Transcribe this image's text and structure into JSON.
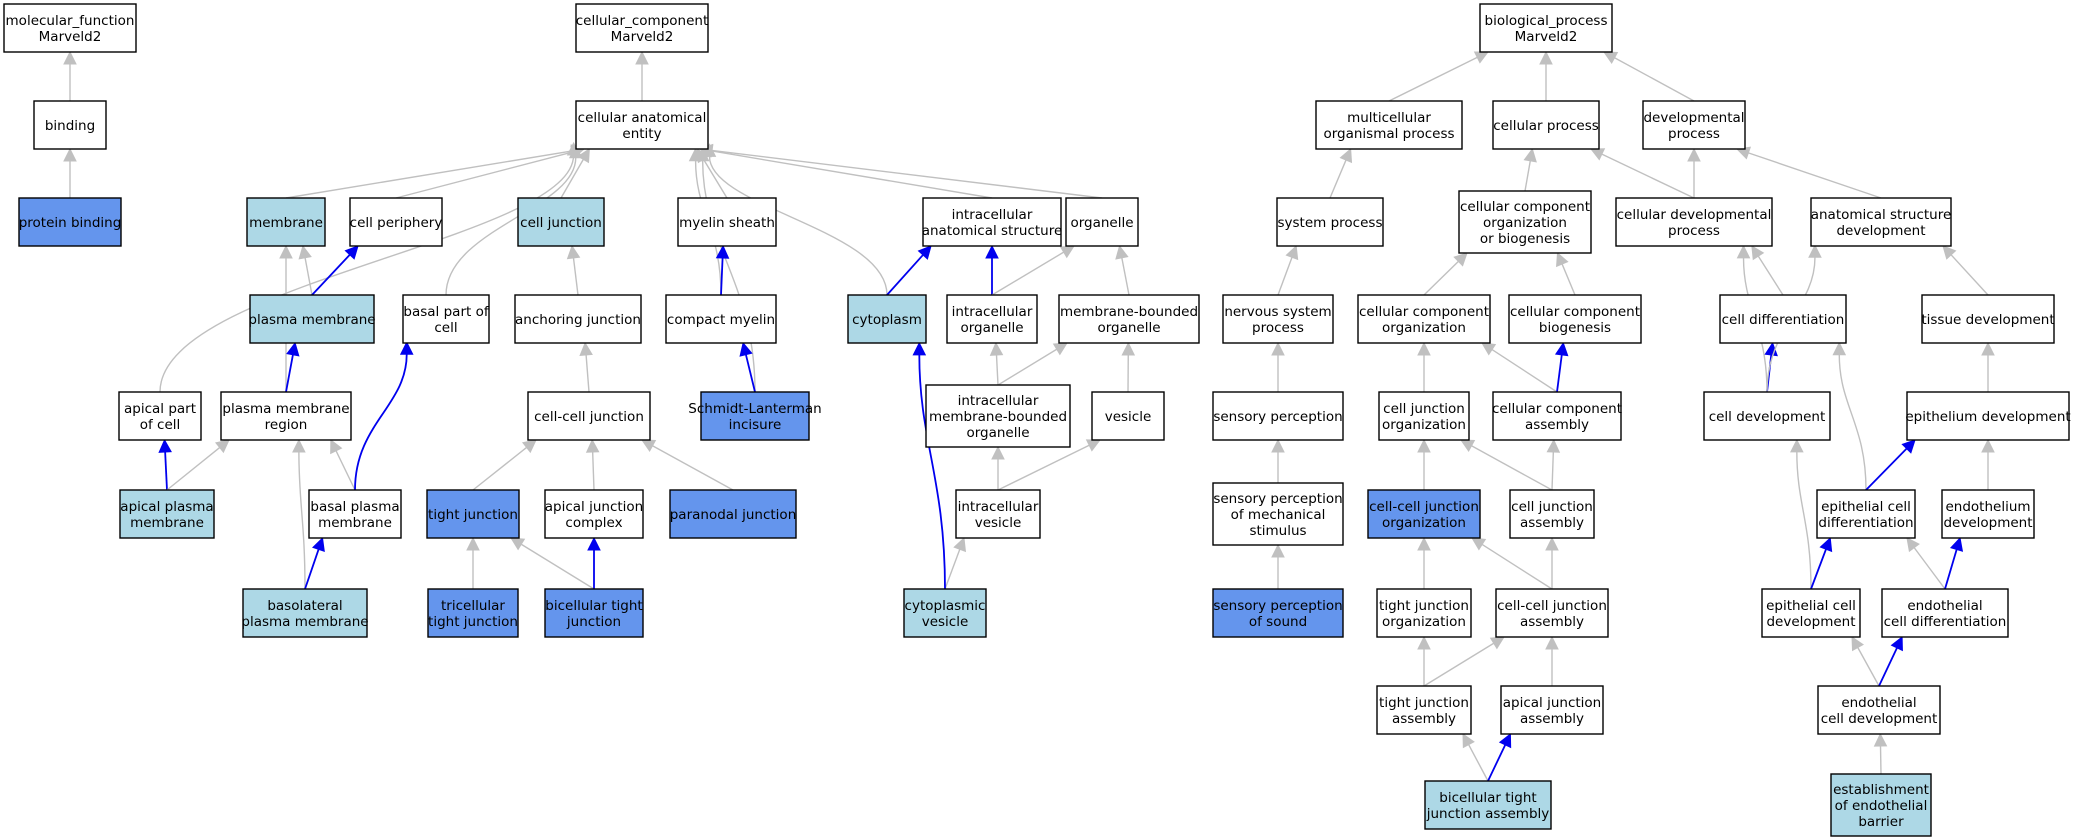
{
  "nodes": [
    {
      "id": "mf",
      "lines": [
        "molecular_function",
        "Marveld2"
      ],
      "fill": "white"
    },
    {
      "id": "binding",
      "lines": [
        "binding"
      ],
      "fill": "white"
    },
    {
      "id": "protein_binding",
      "lines": [
        "protein binding"
      ],
      "fill": "blue"
    },
    {
      "id": "cc",
      "lines": [
        "cellular_component",
        "Marveld2"
      ],
      "fill": "white"
    },
    {
      "id": "cae",
      "lines": [
        "cellular anatomical",
        "entity"
      ],
      "fill": "white"
    },
    {
      "id": "membrane",
      "lines": [
        "membrane"
      ],
      "fill": "light"
    },
    {
      "id": "cell_periphery",
      "lines": [
        "cell periphery"
      ],
      "fill": "white"
    },
    {
      "id": "cell_junction",
      "lines": [
        "cell junction"
      ],
      "fill": "light"
    },
    {
      "id": "myelin_sheath",
      "lines": [
        "myelin sheath"
      ],
      "fill": "white"
    },
    {
      "id": "ias",
      "lines": [
        "intracellular",
        "anatomical structure"
      ],
      "fill": "white"
    },
    {
      "id": "organelle",
      "lines": [
        "organelle"
      ],
      "fill": "white"
    },
    {
      "id": "plasma_membrane",
      "lines": [
        "plasma membrane"
      ],
      "fill": "light"
    },
    {
      "id": "basal_part",
      "lines": [
        "basal part of",
        "cell"
      ],
      "fill": "white"
    },
    {
      "id": "anchoring_junction",
      "lines": [
        "anchoring junction"
      ],
      "fill": "white"
    },
    {
      "id": "compact_myelin",
      "lines": [
        "compact myelin"
      ],
      "fill": "white"
    },
    {
      "id": "cytoplasm",
      "lines": [
        "cytoplasm"
      ],
      "fill": "light"
    },
    {
      "id": "intracellular_organelle",
      "lines": [
        "intracellular",
        "organelle"
      ],
      "fill": "white"
    },
    {
      "id": "mbo",
      "lines": [
        "membrane-bounded",
        "organelle"
      ],
      "fill": "white"
    },
    {
      "id": "apical_part",
      "lines": [
        "apical part",
        "of cell"
      ],
      "fill": "white"
    },
    {
      "id": "pm_region",
      "lines": [
        "plasma membrane",
        "region"
      ],
      "fill": "white"
    },
    {
      "id": "cell_cell_junction",
      "lines": [
        "cell-cell junction"
      ],
      "fill": "white"
    },
    {
      "id": "schmidt",
      "lines": [
        "Schmidt-Lanterman",
        "incisure"
      ],
      "fill": "blue"
    },
    {
      "id": "imbo",
      "lines": [
        "intracellular",
        "membrane-bounded",
        "organelle"
      ],
      "fill": "white"
    },
    {
      "id": "vesicle",
      "lines": [
        "vesicle"
      ],
      "fill": "white"
    },
    {
      "id": "apical_pm",
      "lines": [
        "apical plasma",
        "membrane"
      ],
      "fill": "light"
    },
    {
      "id": "basal_pm",
      "lines": [
        "basal plasma",
        "membrane"
      ],
      "fill": "white"
    },
    {
      "id": "tight_junction",
      "lines": [
        "tight junction"
      ],
      "fill": "blue"
    },
    {
      "id": "apical_jc",
      "lines": [
        "apical junction",
        "complex"
      ],
      "fill": "white"
    },
    {
      "id": "paranodal",
      "lines": [
        "paranodal junction"
      ],
      "fill": "blue"
    },
    {
      "id": "intracellular_vesicle",
      "lines": [
        "intracellular",
        "vesicle"
      ],
      "fill": "white"
    },
    {
      "id": "basolateral_pm",
      "lines": [
        "basolateral",
        "plasma membrane"
      ],
      "fill": "light"
    },
    {
      "id": "tricellular_tj",
      "lines": [
        "tricellular",
        "tight junction"
      ],
      "fill": "blue"
    },
    {
      "id": "bicellular_tj",
      "lines": [
        "bicellular tight",
        "junction"
      ],
      "fill": "blue"
    },
    {
      "id": "cytoplasmic_vesicle",
      "lines": [
        "cytoplasmic",
        "vesicle"
      ],
      "fill": "light"
    },
    {
      "id": "bp",
      "lines": [
        "biological_process",
        "Marveld2"
      ],
      "fill": "white"
    },
    {
      "id": "mop",
      "lines": [
        "multicellular",
        "organismal process"
      ],
      "fill": "white"
    },
    {
      "id": "cellular_process",
      "lines": [
        "cellular process"
      ],
      "fill": "white"
    },
    {
      "id": "dev_process",
      "lines": [
        "developmental",
        "process"
      ],
      "fill": "white"
    },
    {
      "id": "system_process",
      "lines": [
        "system process"
      ],
      "fill": "white"
    },
    {
      "id": "ccob",
      "lines": [
        "cellular component",
        "organization",
        "or biogenesis"
      ],
      "fill": "white"
    },
    {
      "id": "cdp",
      "lines": [
        "cellular developmental",
        "process"
      ],
      "fill": "white"
    },
    {
      "id": "asd",
      "lines": [
        "anatomical structure",
        "development"
      ],
      "fill": "white"
    },
    {
      "id": "nsp",
      "lines": [
        "nervous system",
        "process"
      ],
      "fill": "white"
    },
    {
      "id": "cco",
      "lines": [
        "cellular component",
        "organization"
      ],
      "fill": "white"
    },
    {
      "id": "ccb",
      "lines": [
        "cellular component",
        "biogenesis"
      ],
      "fill": "white"
    },
    {
      "id": "cell_diff",
      "lines": [
        "cell differentiation"
      ],
      "fill": "white"
    },
    {
      "id": "tissue_dev",
      "lines": [
        "tissue development"
      ],
      "fill": "white"
    },
    {
      "id": "sensory_perception",
      "lines": [
        "sensory perception"
      ],
      "fill": "white"
    },
    {
      "id": "cjo",
      "lines": [
        "cell junction",
        "organization"
      ],
      "fill": "white"
    },
    {
      "id": "cca",
      "lines": [
        "cellular component",
        "assembly"
      ],
      "fill": "white"
    },
    {
      "id": "cell_dev",
      "lines": [
        "cell development"
      ],
      "fill": "white"
    },
    {
      "id": "epithelium_dev",
      "lines": [
        "epithelium development"
      ],
      "fill": "white"
    },
    {
      "id": "spms",
      "lines": [
        "sensory perception",
        "of mechanical",
        "stimulus"
      ],
      "fill": "white"
    },
    {
      "id": "ccjo",
      "lines": [
        "cell-cell junction",
        "organization"
      ],
      "fill": "blue"
    },
    {
      "id": "cja",
      "lines": [
        "cell junction",
        "assembly"
      ],
      "fill": "white"
    },
    {
      "id": "ecd",
      "lines": [
        "epithelial cell",
        "differentiation"
      ],
      "fill": "white"
    },
    {
      "id": "endothelium_dev",
      "lines": [
        "endothelium",
        "development"
      ],
      "fill": "white"
    },
    {
      "id": "sps",
      "lines": [
        "sensory perception",
        "of sound"
      ],
      "fill": "blue"
    },
    {
      "id": "tjo",
      "lines": [
        "tight junction",
        "organization"
      ],
      "fill": "white"
    },
    {
      "id": "ccja",
      "lines": [
        "cell-cell junction",
        "assembly"
      ],
      "fill": "white"
    },
    {
      "id": "ecdev",
      "lines": [
        "epithelial cell",
        "development"
      ],
      "fill": "white"
    },
    {
      "id": "endo_cd",
      "lines": [
        "endothelial",
        "cell differentiation"
      ],
      "fill": "white"
    },
    {
      "id": "tja",
      "lines": [
        "tight junction",
        "assembly"
      ],
      "fill": "white"
    },
    {
      "id": "aja",
      "lines": [
        "apical junction",
        "assembly"
      ],
      "fill": "white"
    },
    {
      "id": "endo_cdev",
      "lines": [
        "endothelial",
        "cell development"
      ],
      "fill": "white"
    },
    {
      "id": "btja",
      "lines": [
        "bicellular tight",
        "junction assembly"
      ],
      "fill": "light"
    },
    {
      "id": "eeb",
      "lines": [
        "establishment",
        "of endothelial",
        "barrier"
      ],
      "fill": "light"
    }
  ],
  "edges": [
    {
      "from": "binding",
      "to": "mf",
      "color": "grey"
    },
    {
      "from": "protein_binding",
      "to": "binding",
      "color": "grey"
    },
    {
      "from": "cae",
      "to": "cc",
      "color": "grey"
    },
    {
      "from": "membrane",
      "to": "cae",
      "color": "grey"
    },
    {
      "from": "cell_periphery",
      "to": "cae",
      "color": "grey"
    },
    {
      "from": "cell_junction",
      "to": "cae",
      "color": "grey"
    },
    {
      "from": "myelin_sheath",
      "to": "cae",
      "color": "grey"
    },
    {
      "from": "ias",
      "to": "cae",
      "color": "grey"
    },
    {
      "from": "organelle",
      "to": "cae",
      "color": "grey"
    },
    {
      "from": "apical_part",
      "to": "cae",
      "color": "grey"
    },
    {
      "from": "basal_part",
      "to": "cae",
      "color": "grey"
    },
    {
      "from": "compact_myelin",
      "to": "cae",
      "color": "grey"
    },
    {
      "from": "cytoplasm",
      "to": "cae",
      "color": "grey"
    },
    {
      "from": "schmidt",
      "to": "cae",
      "color": "grey"
    },
    {
      "from": "plasma_membrane",
      "to": "membrane",
      "color": "grey"
    },
    {
      "from": "plasma_membrane",
      "to": "cell_periphery",
      "color": "blue"
    },
    {
      "from": "pm_region",
      "to": "membrane",
      "color": "grey"
    },
    {
      "from": "pm_region",
      "to": "plasma_membrane",
      "color": "blue"
    },
    {
      "from": "anchoring_junction",
      "to": "cell_junction",
      "color": "grey"
    },
    {
      "from": "compact_myelin",
      "to": "myelin_sheath",
      "color": "blue"
    },
    {
      "from": "schmidt",
      "to": "compact_myelin",
      "color": "blue"
    },
    {
      "from": "cytoplasm",
      "to": "ias",
      "color": "blue"
    },
    {
      "from": "intracellular_organelle",
      "to": "ias",
      "color": "blue"
    },
    {
      "from": "intracellular_organelle",
      "to": "organelle",
      "color": "grey"
    },
    {
      "from": "mbo",
      "to": "organelle",
      "color": "grey"
    },
    {
      "from": "imbo",
      "to": "intracellular_organelle",
      "color": "grey"
    },
    {
      "from": "imbo",
      "to": "mbo",
      "color": "grey"
    },
    {
      "from": "vesicle",
      "to": "mbo",
      "color": "grey"
    },
    {
      "from": "intracellular_vesicle",
      "to": "imbo",
      "color": "grey"
    },
    {
      "from": "intracellular_vesicle",
      "to": "vesicle",
      "color": "grey"
    },
    {
      "from": "cytoplasmic_vesicle",
      "to": "intracellular_vesicle",
      "color": "grey"
    },
    {
      "from": "cytoplasmic_vesicle",
      "to": "cytoplasm",
      "color": "blue"
    },
    {
      "from": "cell_cell_junction",
      "to": "anchoring_junction",
      "color": "grey"
    },
    {
      "from": "tight_junction",
      "to": "cell_cell_junction",
      "color": "grey"
    },
    {
      "from": "apical_jc",
      "to": "cell_cell_junction",
      "color": "grey"
    },
    {
      "from": "paranodal",
      "to": "cell_cell_junction",
      "color": "grey"
    },
    {
      "from": "apical_pm",
      "to": "apical_part",
      "color": "blue"
    },
    {
      "from": "apical_pm",
      "to": "pm_region",
      "color": "grey"
    },
    {
      "from": "basal_pm",
      "to": "pm_region",
      "color": "grey"
    },
    {
      "from": "basal_pm",
      "to": "basal_part",
      "color": "blue"
    },
    {
      "from": "basolateral_pm",
      "to": "pm_region",
      "color": "grey"
    },
    {
      "from": "basolateral_pm",
      "to": "basal_pm",
      "color": "blue"
    },
    {
      "from": "tricellular_tj",
      "to": "tight_junction",
      "color": "grey"
    },
    {
      "from": "bicellular_tj",
      "to": "tight_junction",
      "color": "grey"
    },
    {
      "from": "bicellular_tj",
      "to": "apical_jc",
      "color": "blue"
    },
    {
      "from": "mop",
      "to": "bp",
      "color": "grey"
    },
    {
      "from": "cellular_process",
      "to": "bp",
      "color": "grey"
    },
    {
      "from": "dev_process",
      "to": "bp",
      "color": "grey"
    },
    {
      "from": "system_process",
      "to": "mop",
      "color": "grey"
    },
    {
      "from": "ccob",
      "to": "cellular_process",
      "color": "grey"
    },
    {
      "from": "cdp",
      "to": "cellular_process",
      "color": "grey"
    },
    {
      "from": "cdp",
      "to": "dev_process",
      "color": "grey"
    },
    {
      "from": "asd",
      "to": "dev_process",
      "color": "grey"
    },
    {
      "from": "nsp",
      "to": "system_process",
      "color": "grey"
    },
    {
      "from": "cco",
      "to": "ccob",
      "color": "grey"
    },
    {
      "from": "ccb",
      "to": "ccob",
      "color": "grey"
    },
    {
      "from": "cell_diff",
      "to": "cdp",
      "color": "grey"
    },
    {
      "from": "tissue_dev",
      "to": "asd",
      "color": "grey"
    },
    {
      "from": "sensory_perception",
      "to": "nsp",
      "color": "grey"
    },
    {
      "from": "cjo",
      "to": "cco",
      "color": "grey"
    },
    {
      "from": "cca",
      "to": "cco",
      "color": "grey"
    },
    {
      "from": "cca",
      "to": "ccb",
      "color": "blue"
    },
    {
      "from": "cell_dev",
      "to": "cdp",
      "color": "grey"
    },
    {
      "from": "cell_dev",
      "to": "cell_diff",
      "color": "blue"
    },
    {
      "from": "cell_dev",
      "to": "asd",
      "color": "grey"
    },
    {
      "from": "epithelium_dev",
      "to": "tissue_dev",
      "color": "grey"
    },
    {
      "from": "spms",
      "to": "sensory_perception",
      "color": "grey"
    },
    {
      "from": "ccjo",
      "to": "cjo",
      "color": "grey"
    },
    {
      "from": "cja",
      "to": "cjo",
      "color": "grey"
    },
    {
      "from": "cja",
      "to": "cca",
      "color": "grey"
    },
    {
      "from": "ecd",
      "to": "cell_diff",
      "color": "grey"
    },
    {
      "from": "ecd",
      "to": "epithelium_dev",
      "color": "blue"
    },
    {
      "from": "endothelium_dev",
      "to": "epithelium_dev",
      "color": "grey"
    },
    {
      "from": "sps",
      "to": "spms",
      "color": "grey"
    },
    {
      "from": "tjo",
      "to": "ccjo",
      "color": "grey"
    },
    {
      "from": "ccja",
      "to": "ccjo",
      "color": "grey"
    },
    {
      "from": "ccja",
      "to": "cja",
      "color": "grey"
    },
    {
      "from": "ecdev",
      "to": "cell_dev",
      "color": "grey"
    },
    {
      "from": "ecdev",
      "to": "ecd",
      "color": "blue"
    },
    {
      "from": "endo_cd",
      "to": "ecd",
      "color": "grey"
    },
    {
      "from": "endo_cd",
      "to": "endothelium_dev",
      "color": "blue"
    },
    {
      "from": "tja",
      "to": "tjo",
      "color": "grey"
    },
    {
      "from": "tja",
      "to": "ccja",
      "color": "grey"
    },
    {
      "from": "aja",
      "to": "ccja",
      "color": "grey"
    },
    {
      "from": "endo_cdev",
      "to": "ecdev",
      "color": "grey"
    },
    {
      "from": "endo_cdev",
      "to": "endo_cd",
      "color": "blue"
    },
    {
      "from": "btja",
      "to": "tja",
      "color": "grey"
    },
    {
      "from": "btja",
      "to": "aja",
      "color": "blue"
    },
    {
      "from": "eeb",
      "to": "endo_cdev",
      "color": "grey"
    }
  ]
}
